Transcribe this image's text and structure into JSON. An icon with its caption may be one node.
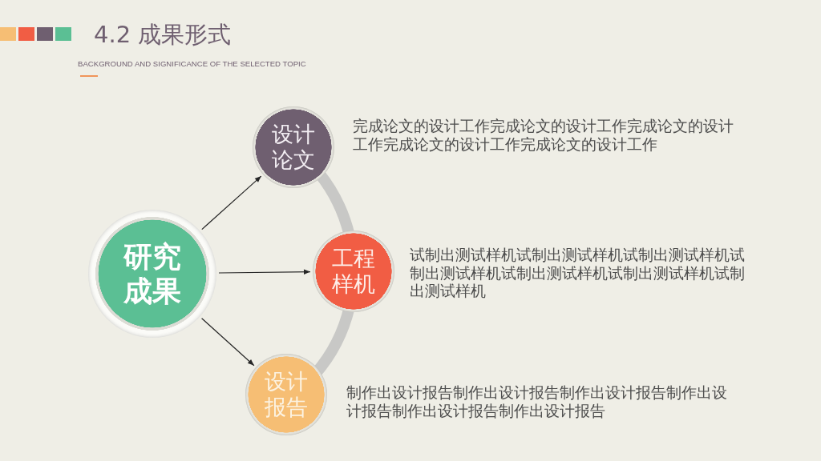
{
  "diagram": {
    "title": "4.2 成果形式",
    "nodes": [
      {
        "text": [
          "研究成果"
        ]
      },
      {
        "text": [
          "设计论文"
        ],
        "beside": [
          "完成论文的设计工作完成论文的设计工作完成论文的设计工作完成论文的设计工作完成论文的设计工作"
        ]
      },
      {
        "text": [
          "工程样机"
        ],
        "beside": [
          "试制出测试样机试制出测试样机试制出测试样机试制出测试样机试制出测试样机试制出测试样机试制出测试样机"
        ]
      },
      {
        "text": [
          "设计报告"
        ],
        "beside": [
          "制作出设计报告制作出设计报告制作出设计报告制作出设计报告制作出设计报告制作出设计报告"
        ]
      }
    ],
    "edges": [
      {
        "from": 0,
        "to": 1,
        "arrow": "to"
      },
      {
        "from": 0,
        "to": 2,
        "arrow": "to"
      },
      {
        "from": 0,
        "to": 3,
        "arrow": "to"
      },
      {
        "from": 1,
        "to": 2,
        "arrow": "none",
        "style": "thick",
        "color": "#c8c8c6"
      },
      {
        "from": 2,
        "to": 3,
        "arrow": "none",
        "style": "thick",
        "color": "#c8c8c6"
      }
    ],
    "labels": [
      "BACKGROUND AND SIGNIFICANCE OF THE SELECTED TOPIC"
    ]
  }
}
